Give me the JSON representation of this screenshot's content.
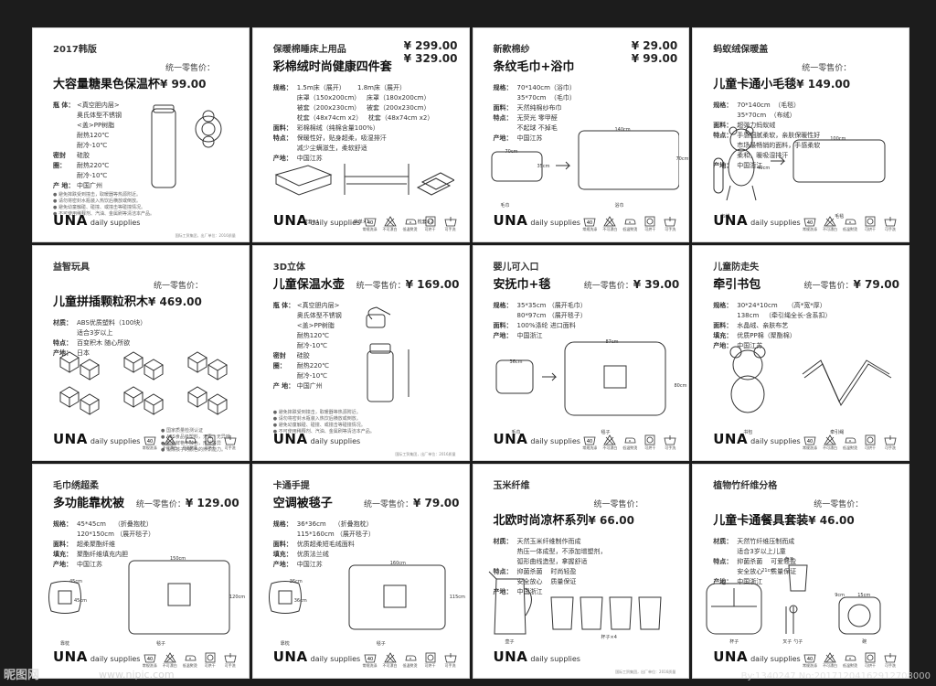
{
  "brand": {
    "name": "UNA",
    "tagline": "daily supplies"
  },
  "price_label": "统一零售价：",
  "care_labels": [
    "常规洗涤",
    "不可漂白",
    "低温熨烫",
    "可烘干",
    "可手洗"
  ],
  "care_number": "40",
  "cards": [
    {
      "sub": "2017韩版",
      "title": "大容量糖果色保温杯",
      "price": "¥ 99.00",
      "specs": [
        {
          "k": "瓶  体：",
          "v": "<真空胆内层>\n奥氏体型不锈钢"
        },
        {
          "k": "",
          "v": "<盖>PP树脂\n耐热120℃\n耐冷-10℃"
        },
        {
          "k": "密封圈：",
          "v": "硅胶\n耐热220℃\n耐冷-10℃"
        },
        {
          "k": "产  地：",
          "v": "中国广州"
        }
      ],
      "notes": [
        "● 避免摔跌受到撞击，取暖器等热源附近。",
        "● 请勿将密封水瓶装入热饮后横放或倒放。",
        "● 避免幼童触碰、碰撞、或撞击等碰撞情况。",
        "● 不可使用稀释剂、汽油、金属刷等清洁本产品。"
      ],
      "footer": "国际工贸集团，出厂单位：2016质量"
    },
    {
      "sub": "保暖棉睡床上用品",
      "title": "彩棉绒时尚健康四件套",
      "price": "¥ 299.00",
      "price2": "¥ 329.00",
      "specs": [
        {
          "k": "规格：",
          "v": "1.5m床（展开）      1.8m床（展开）\n床罩（150x200cm）   床罩（180x200cm）\n被套（200x230cm）   被套（200x230cm）\n枕套（48x74cm x2）   枕套（48x74cm x2）"
        },
        {
          "k": "面料：",
          "v": "彩棉棉绒（纯棉含量100%）"
        },
        {
          "k": "特点：",
          "v": "保暖性好，贴身超柔，吸湿排汗\n减少尘螨滋生，柔软舒适"
        },
        {
          "k": "产地：",
          "v": "中国江苏"
        }
      ],
      "captions": [
        "被套×1",
        "床单×1",
        "枕套×2"
      ]
    },
    {
      "sub": "新款棉纱",
      "title": "条纹毛巾+浴巾",
      "price": "¥ 29.00",
      "price2": "¥ 99.00",
      "specs": [
        {
          "k": "规格：",
          "v": "70*140cm（浴巾）\n35*70cm  （毛巾）"
        },
        {
          "k": "面料：",
          "v": "天然纯棉纱布巾"
        },
        {
          "k": "特点：",
          "v": "无荧光 零甲醛\n不起球 不掉毛"
        },
        {
          "k": "产地：",
          "v": "中国江苏"
        }
      ],
      "captions": [
        "毛巾",
        "浴巾"
      ],
      "dims": [
        "140cm",
        "70cm",
        "70cm",
        "35cm"
      ]
    },
    {
      "sub": "蚂蚁绒保暖盖",
      "title": "儿童卡通小毛毯",
      "price": "¥ 149.00",
      "specs": [
        {
          "k": "规格：",
          "v": "70*140cm  （毛毯）\n35*70cm  （布绒）"
        },
        {
          "k": "面料：",
          "v": "超弹力蚂蚁绒"
        },
        {
          "k": "特点：",
          "v": "手感细腻柔软，亲肤保暖性好\n市场最畅销的面料，手感柔软\n柔和，暖吸湿排汗"
        },
        {
          "k": "产地：",
          "v": "中国浙江"
        }
      ],
      "captions": [
        "布绒",
        "毛毯"
      ],
      "dims": [
        "100cm",
        "40cm"
      ]
    },
    {
      "sub": "益智玩具",
      "title": "儿童拼插颗粒积木",
      "price": "¥ 469.00",
      "specs": [
        {
          "k": "材质：",
          "v": "ABS优质塑料（100块）\n适合3岁以上"
        },
        {
          "k": "特点：",
          "v": "百变积木 随心所欲"
        },
        {
          "k": "产地：",
          "v": "日本"
        }
      ],
      "notes": [
        "● 国家质量检测认证",
        "● ABS食品级塑料，无毒、无异味",
        "● 颜色鲜艳不掉色，形状各异",
        "● 锻炼孩子的颜色的辨识能力。"
      ]
    },
    {
      "sub": "3D立体",
      "title": "儿童保温水壶",
      "price": "¥ 169.00",
      "specs": [
        {
          "k": "瓶  体：",
          "v": "<真空胆内层>\n奥氏体型不锈钢"
        },
        {
          "k": "",
          "v": "<盖>PP树脂\n耐热120℃\n耐冷-10℃"
        },
        {
          "k": "密封圈：",
          "v": "硅胶\n耐热220℃\n耐冷-10℃"
        },
        {
          "k": "产  地：",
          "v": "中国广州"
        }
      ],
      "notes": [
        "● 避免摔跌受到撞击，取暖器等热源附近。",
        "● 请勿将密封水瓶装入热饮后横放或倒放。",
        "● 避免幼童触碰、碰撞、或撞击等碰撞情况。",
        "● 不可使用稀释剂、汽油、金属刷等清洁本产品。"
      ],
      "footer": "国际工贸集团，出厂单位：2016质量"
    },
    {
      "sub": "婴儿可入口",
      "title": "安抚巾+毯",
      "price": "¥ 39.00",
      "specs": [
        {
          "k": "规格：",
          "v": "35*35cm （展开毛巾）\n80*97cm （展开毯子）"
        },
        {
          "k": "面料：",
          "v": "100%涤纶 进口面料"
        },
        {
          "k": "产地：",
          "v": "中国浙江"
        }
      ],
      "captions": [
        "毛巾",
        "毯子"
      ],
      "dims": [
        "87cm",
        "80cm",
        "36cm"
      ]
    },
    {
      "sub": "儿童防走失",
      "title": "牵引书包",
      "price": "¥ 79.00",
      "specs": [
        {
          "k": "规格：",
          "v": "30*24*10cm     （高*宽*厚）\n138cm   （牵引绳全长-含系扣）"
        },
        {
          "k": "面料：",
          "v": "水晶绒、亲肤布艺"
        },
        {
          "k": "填充：",
          "v": "优质PP棉（聚酯棉）"
        },
        {
          "k": "产地：",
          "v": "中国江苏"
        }
      ],
      "captions": [
        "书包",
        "牵引绳"
      ]
    },
    {
      "sub": "毛巾绣超柔",
      "title": "多功能靠枕被",
      "price": "¥ 129.00",
      "specs": [
        {
          "k": "规格：",
          "v": "45*45cm    （折叠抱枕）\n120*150cm （展开毯子）"
        },
        {
          "k": "面料：",
          "v": "超柔聚酯纤维"
        },
        {
          "k": "填充：",
          "v": "聚酯纤维填充内胆"
        },
        {
          "k": "产地：",
          "v": "中国江苏"
        }
      ],
      "captions": [
        "靠枕",
        "毯子"
      ],
      "dims": [
        "150cm",
        "120cm",
        "45cm",
        "45cm"
      ]
    },
    {
      "sub": "卡通手提",
      "title": "空调被毯子",
      "price": "¥ 79.00",
      "specs": [
        {
          "k": "规格：",
          "v": "36*36cm    （折叠抱枕）\n115*160cm （展开毯子）"
        },
        {
          "k": "面料：",
          "v": "优质超柔短毛绒面料"
        },
        {
          "k": "填充：",
          "v": "优质法兰绒"
        },
        {
          "k": "产地：",
          "v": "中国江苏"
        }
      ],
      "captions": [
        "靠枕",
        "毯子"
      ],
      "dims": [
        "160cm",
        "115cm",
        "36cm",
        "36cm"
      ]
    },
    {
      "sub": "玉米纤维",
      "title": "北欧时尚凉杯系列",
      "price": "¥ 66.00",
      "specs": [
        {
          "k": "材质：",
          "v": "天然玉米纤维制作而成\n热压一体成型，不添加增塑剂，\n弧形曲线造型，拿握舒适"
        },
        {
          "k": "特点：",
          "v": "抑菌杀菌    时尚轻盈\n安全放心    质量保证"
        },
        {
          "k": "产地：",
          "v": "中国浙江"
        }
      ],
      "captions": [
        "壶子",
        "杯子×4"
      ],
      "footer": "国际工贸集团，出厂单位：2016质量"
    },
    {
      "sub": "植物竹纤维分格",
      "title": "儿童卡通餐具套装",
      "price": "¥ 46.00",
      "specs": [
        {
          "k": "材质：",
          "v": "天然竹纤维压制而成\n适合3岁以上儿童"
        },
        {
          "k": "特点：",
          "v": "抑菌杀菌    可爱轻盈\n安全放心    质量保证"
        },
        {
          "k": "产地：",
          "v": "中国浙江"
        }
      ],
      "captions": [
        "杯子",
        "盘子",
        "叉子",
        "勺子",
        "碗"
      ],
      "dims": [
        "21cm",
        "9cm",
        "15cm"
      ]
    }
  ],
  "watermark": {
    "left": "昵图网",
    "url": "www.nipic.com",
    "id": "By:1340247 No:20171204162912708000"
  }
}
